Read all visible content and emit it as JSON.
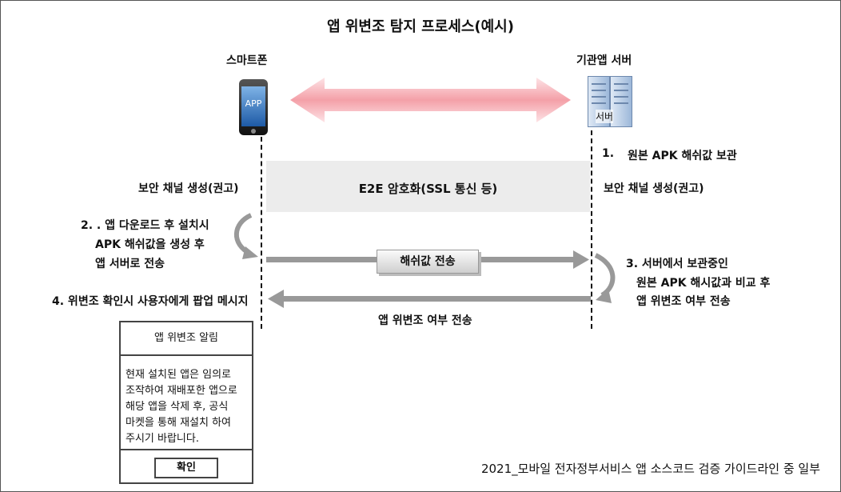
{
  "title": "앱 위변조 탐지 프로세스(예시)",
  "actors": {
    "smartphone": "스마트폰",
    "server": "기관앱 서버",
    "app_icon": "APP",
    "server_icon": "서버"
  },
  "steps": {
    "step1_num": "1.",
    "step1": "원본 APK 해쉬값 보관",
    "channel_left": "보안 채널 생성(권고)",
    "channel_right": "보안 채널 생성(권고)",
    "e2e": "E2E 암호화(SSL 통신 등)",
    "step2_l1": "2. . 앱 다운로드 후 설치시",
    "step2_l2": "APK 해쉬값을 생성 후",
    "step2_l3": "앱 서버로 전송",
    "transfer": "해쉬값 전송",
    "step3_l1": "3. 서버에서 보관중인",
    "step3_l2": "원본 APK 해시값과 비교 후",
    "step3_l3": "앱 위변조 여부 전송",
    "step4": "4. 위변조 확인시 사용자에게 팝업 메시지",
    "result": "앱 위변조 여부 전송"
  },
  "popup": {
    "title": "앱 위변조 알림",
    "body": "현재 설치된 앱은 임의로 조작하여 재배포한 앱으로 해당 앱을 삭제 후, 공식 마켓을 통해 재설치 하여 주시기 바랍니다.",
    "ok": "확인"
  },
  "footer": "2021_모바일 전자정부서비스 앱 소스코드 검증 가이드라인 중 일부",
  "colors": {
    "double_arrow": "#f4a0a8",
    "flow_arrow": "#999999",
    "e2e_band": "#ececec"
  }
}
